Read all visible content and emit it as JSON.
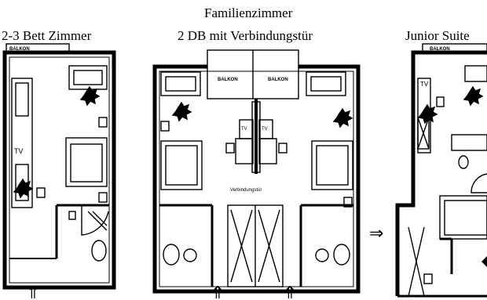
{
  "plans": [
    {
      "title_lines": [
        "2-3 Bett Zimmer"
      ],
      "balcony_label": "BALKON",
      "tv_label": "TV"
    },
    {
      "title_lines": [
        "Familienzimmer",
        "2 DB mit Verbindungstür"
      ],
      "balcony_labels": [
        "BALKON",
        "BALKON"
      ],
      "tv_labels": [
        "TV",
        "TV"
      ],
      "door_label": "Verbindungstür"
    },
    {
      "title_lines": [
        "Junior Suite"
      ],
      "balcony_label": "BALKON",
      "tv_label": "TV"
    }
  ],
  "symbols": {
    "entrance_arrow": "⇑",
    "pointer_arrow": "⇒"
  }
}
